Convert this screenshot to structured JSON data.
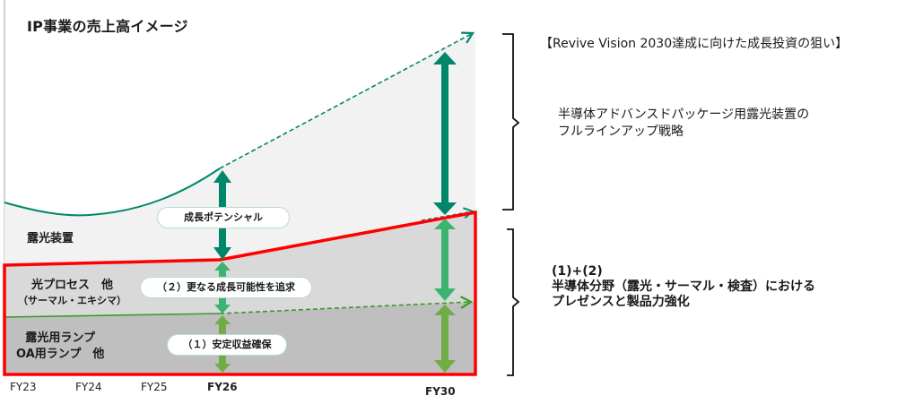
{
  "title": "IP事業の売上高イメージ",
  "colors": {
    "growth_line": "#00876a",
    "potential_arrow": "#00876a",
    "further_growth_arrow": "#3cb371",
    "stable_arrow": "#70ad47",
    "highlight_border": "#ff0000",
    "band_exposure": "#f2f2f2",
    "band_process": "#d9d9d9",
    "band_lamp": "#bfbfbf"
  },
  "segments": {
    "exposure_equipment": "露光装置",
    "light_process": {
      "main": "光プロセス　他",
      "sub": "（サーマル・エキシマ）"
    },
    "lamps": {
      "line1": "露光用ランプ",
      "line2": "OA用ランプ　他"
    }
  },
  "pills": {
    "growth_potential": "成長ポテンシャル",
    "further_growth": "（２）更なる成長可能性を追求",
    "stable_profit": "（１）安定収益確保"
  },
  "x_axis": {
    "labels": [
      {
        "text": "FY23",
        "bold": false
      },
      {
        "text": "FY24",
        "bold": false
      },
      {
        "text": "FY25",
        "bold": false
      },
      {
        "text": "FY26",
        "bold": true
      },
      {
        "text": "FY30",
        "bold": true
      }
    ]
  },
  "right_panel": {
    "heading": "【Revive Vision 2030達成に向けた成長投資の狙い】",
    "goal_line1": "半導体アドバンスドパッケージ用露光装置の",
    "goal_line2": "フルラインアップ戦略",
    "strategy_line1": "(1)+(2)",
    "strategy_line2": "半導体分野（露光・サーマル・検査）における",
    "strategy_line3": "プレゼンスと製品力強化"
  }
}
